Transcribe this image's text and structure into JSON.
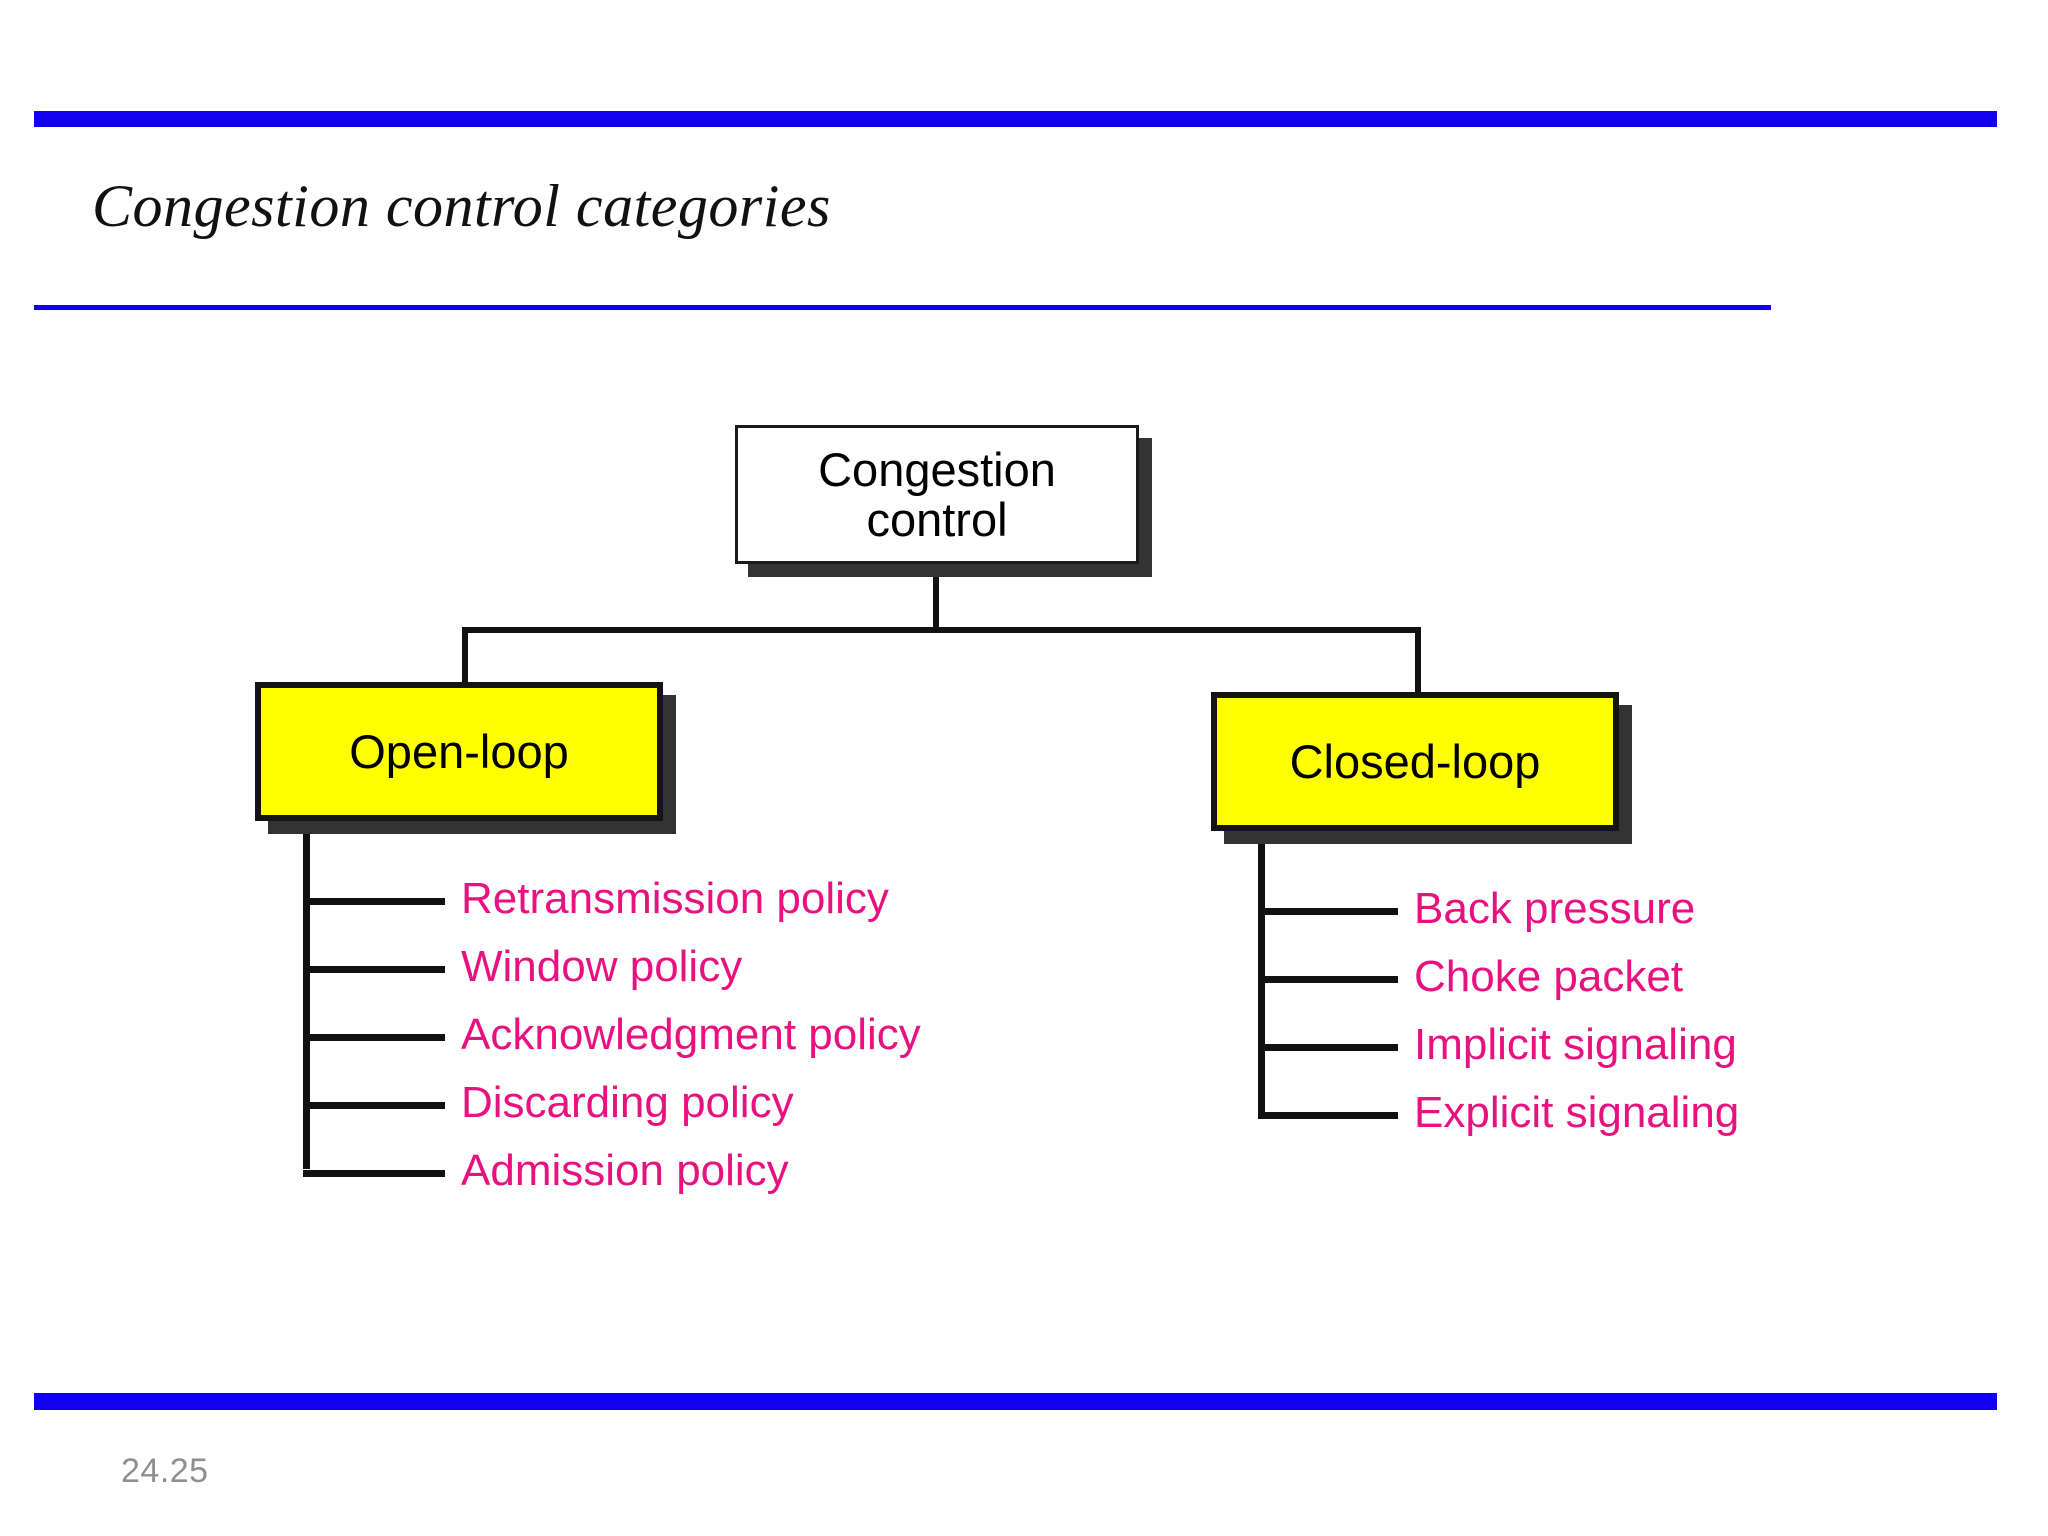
{
  "slide": {
    "title": "Congestion control categories",
    "page_number": "24.25",
    "accent_color": "#1000ef",
    "leaf_text_color": "#e8117f",
    "node_fill_yellow": "#ffff00",
    "node_fill_white": "#ffffff"
  },
  "diagram": {
    "type": "tree",
    "root": {
      "label": "Congestion\ncontrol",
      "line1": "Congestion",
      "line2": "control"
    },
    "branches": [
      {
        "id": "open-loop",
        "label": "Open-loop",
        "leaves": [
          "Retransmission policy",
          "Window policy",
          "Acknowledgment policy",
          "Discarding policy",
          "Admission policy"
        ]
      },
      {
        "id": "closed-loop",
        "label": "Closed-loop",
        "leaves": [
          "Back pressure",
          "Choke packet",
          "Implicit signaling",
          "Explicit signaling"
        ]
      }
    ]
  }
}
